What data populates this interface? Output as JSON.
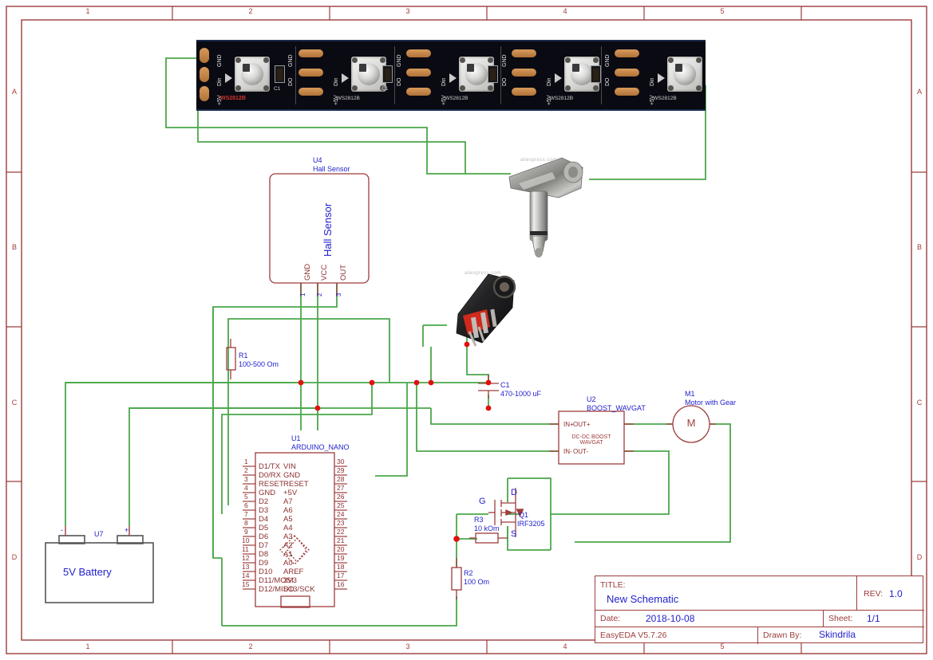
{
  "sheet": {
    "border_color": "#9d3c3c",
    "wire_color": "#4aa84a",
    "symbol_color": "#9d3c3c",
    "text_color": "#2222cc",
    "junction_color": "#e01010",
    "zones_top": [
      "1",
      "2",
      "3",
      "4",
      "5"
    ],
    "zones_bottom": [
      "1",
      "2",
      "3",
      "4",
      "5"
    ],
    "zones_left": [
      "A",
      "B",
      "C",
      "D"
    ],
    "zones_right": [
      "A",
      "B",
      "C",
      "D"
    ]
  },
  "title_block": {
    "title_label": "TITLE:",
    "title_value": "New Schematic",
    "rev_label": "REV:",
    "rev_value": "1.0",
    "date_label": "Date:",
    "date_value": "2018-10-08",
    "sheet_label": "Sheet:",
    "sheet_value": "1/1",
    "tool_label": "EasyEDA V5.7.26",
    "drawn_by_label": "Drawn By:",
    "drawn_by_value": "Skindrila"
  },
  "components": {
    "hall_sensor": {
      "designator": "U4",
      "name": "Hall Sensor",
      "body_label": "Hall Sensor",
      "pins": [
        {
          "num": "1",
          "name": "GND"
        },
        {
          "num": "2",
          "name": "VCC"
        },
        {
          "num": "3",
          "name": "OUT"
        }
      ]
    },
    "arduino": {
      "designator": "U1",
      "name": "ARDUINO_NANO",
      "left_pins": [
        {
          "num": "1",
          "name": "D1/TX"
        },
        {
          "num": "2",
          "name": "D0/RX"
        },
        {
          "num": "3",
          "name": "RESET"
        },
        {
          "num": "4",
          "name": "GND"
        },
        {
          "num": "5",
          "name": "D2"
        },
        {
          "num": "6",
          "name": "D3"
        },
        {
          "num": "7",
          "name": "D4"
        },
        {
          "num": "8",
          "name": "D5"
        },
        {
          "num": "9",
          "name": "D6"
        },
        {
          "num": "10",
          "name": "D7"
        },
        {
          "num": "11",
          "name": "D8"
        },
        {
          "num": "12",
          "name": "D9"
        },
        {
          "num": "13",
          "name": "D10"
        },
        {
          "num": "14",
          "name": "D11/MOSI"
        },
        {
          "num": "15",
          "name": "D12/MISO"
        }
      ],
      "right_pins": [
        {
          "num": "30",
          "name": "VIN"
        },
        {
          "num": "29",
          "name": "GND"
        },
        {
          "num": "28",
          "name": "RESET"
        },
        {
          "num": "27",
          "name": "+5V"
        },
        {
          "num": "26",
          "name": "A7"
        },
        {
          "num": "25",
          "name": "A6"
        },
        {
          "num": "24",
          "name": "A5"
        },
        {
          "num": "23",
          "name": "A4"
        },
        {
          "num": "22",
          "name": "A3"
        },
        {
          "num": "21",
          "name": "A2"
        },
        {
          "num": "20",
          "name": "A1"
        },
        {
          "num": "19",
          "name": "A0"
        },
        {
          "num": "18",
          "name": "AREF"
        },
        {
          "num": "17",
          "name": "3V3"
        },
        {
          "num": "16",
          "name": "D13/SCK"
        }
      ]
    },
    "battery": {
      "designator": "U7",
      "body_label": "5V Battery",
      "minus_label": "-",
      "plus_label": "+"
    },
    "r1": {
      "designator": "R1",
      "value": "100-500 Om"
    },
    "r2": {
      "designator": "R2",
      "value": "100 Om"
    },
    "r3": {
      "designator": "R3",
      "value": "10 kOm"
    },
    "c1": {
      "designator": "C1",
      "value": "470-1000 uF"
    },
    "q1": {
      "designator": "Q1",
      "value": "IRF3205",
      "gate_label": "G",
      "drain_label": "D",
      "source_label": "S"
    },
    "boost": {
      "designator": "U2",
      "name": "BOOST_WAVGAT",
      "body_line1": "DC-DC BOOST",
      "body_line2": "WAVGAT",
      "pins": [
        "IN+",
        "OUT+",
        "IN-",
        "OUT-"
      ]
    },
    "motor": {
      "designator": "M1",
      "name": "Motor with Gear",
      "symbol": "M"
    },
    "led_strip": {
      "part": "WS2812B",
      "silk_part": "WS2812B",
      "pads": [
        "+5V",
        "Din",
        "GND",
        "DO"
      ],
      "cap_label": "C1",
      "segments": 5
    },
    "audio_plug": {
      "name": "audio-plug-photo"
    },
    "audio_jack": {
      "name": "audio-jack-photo"
    }
  }
}
